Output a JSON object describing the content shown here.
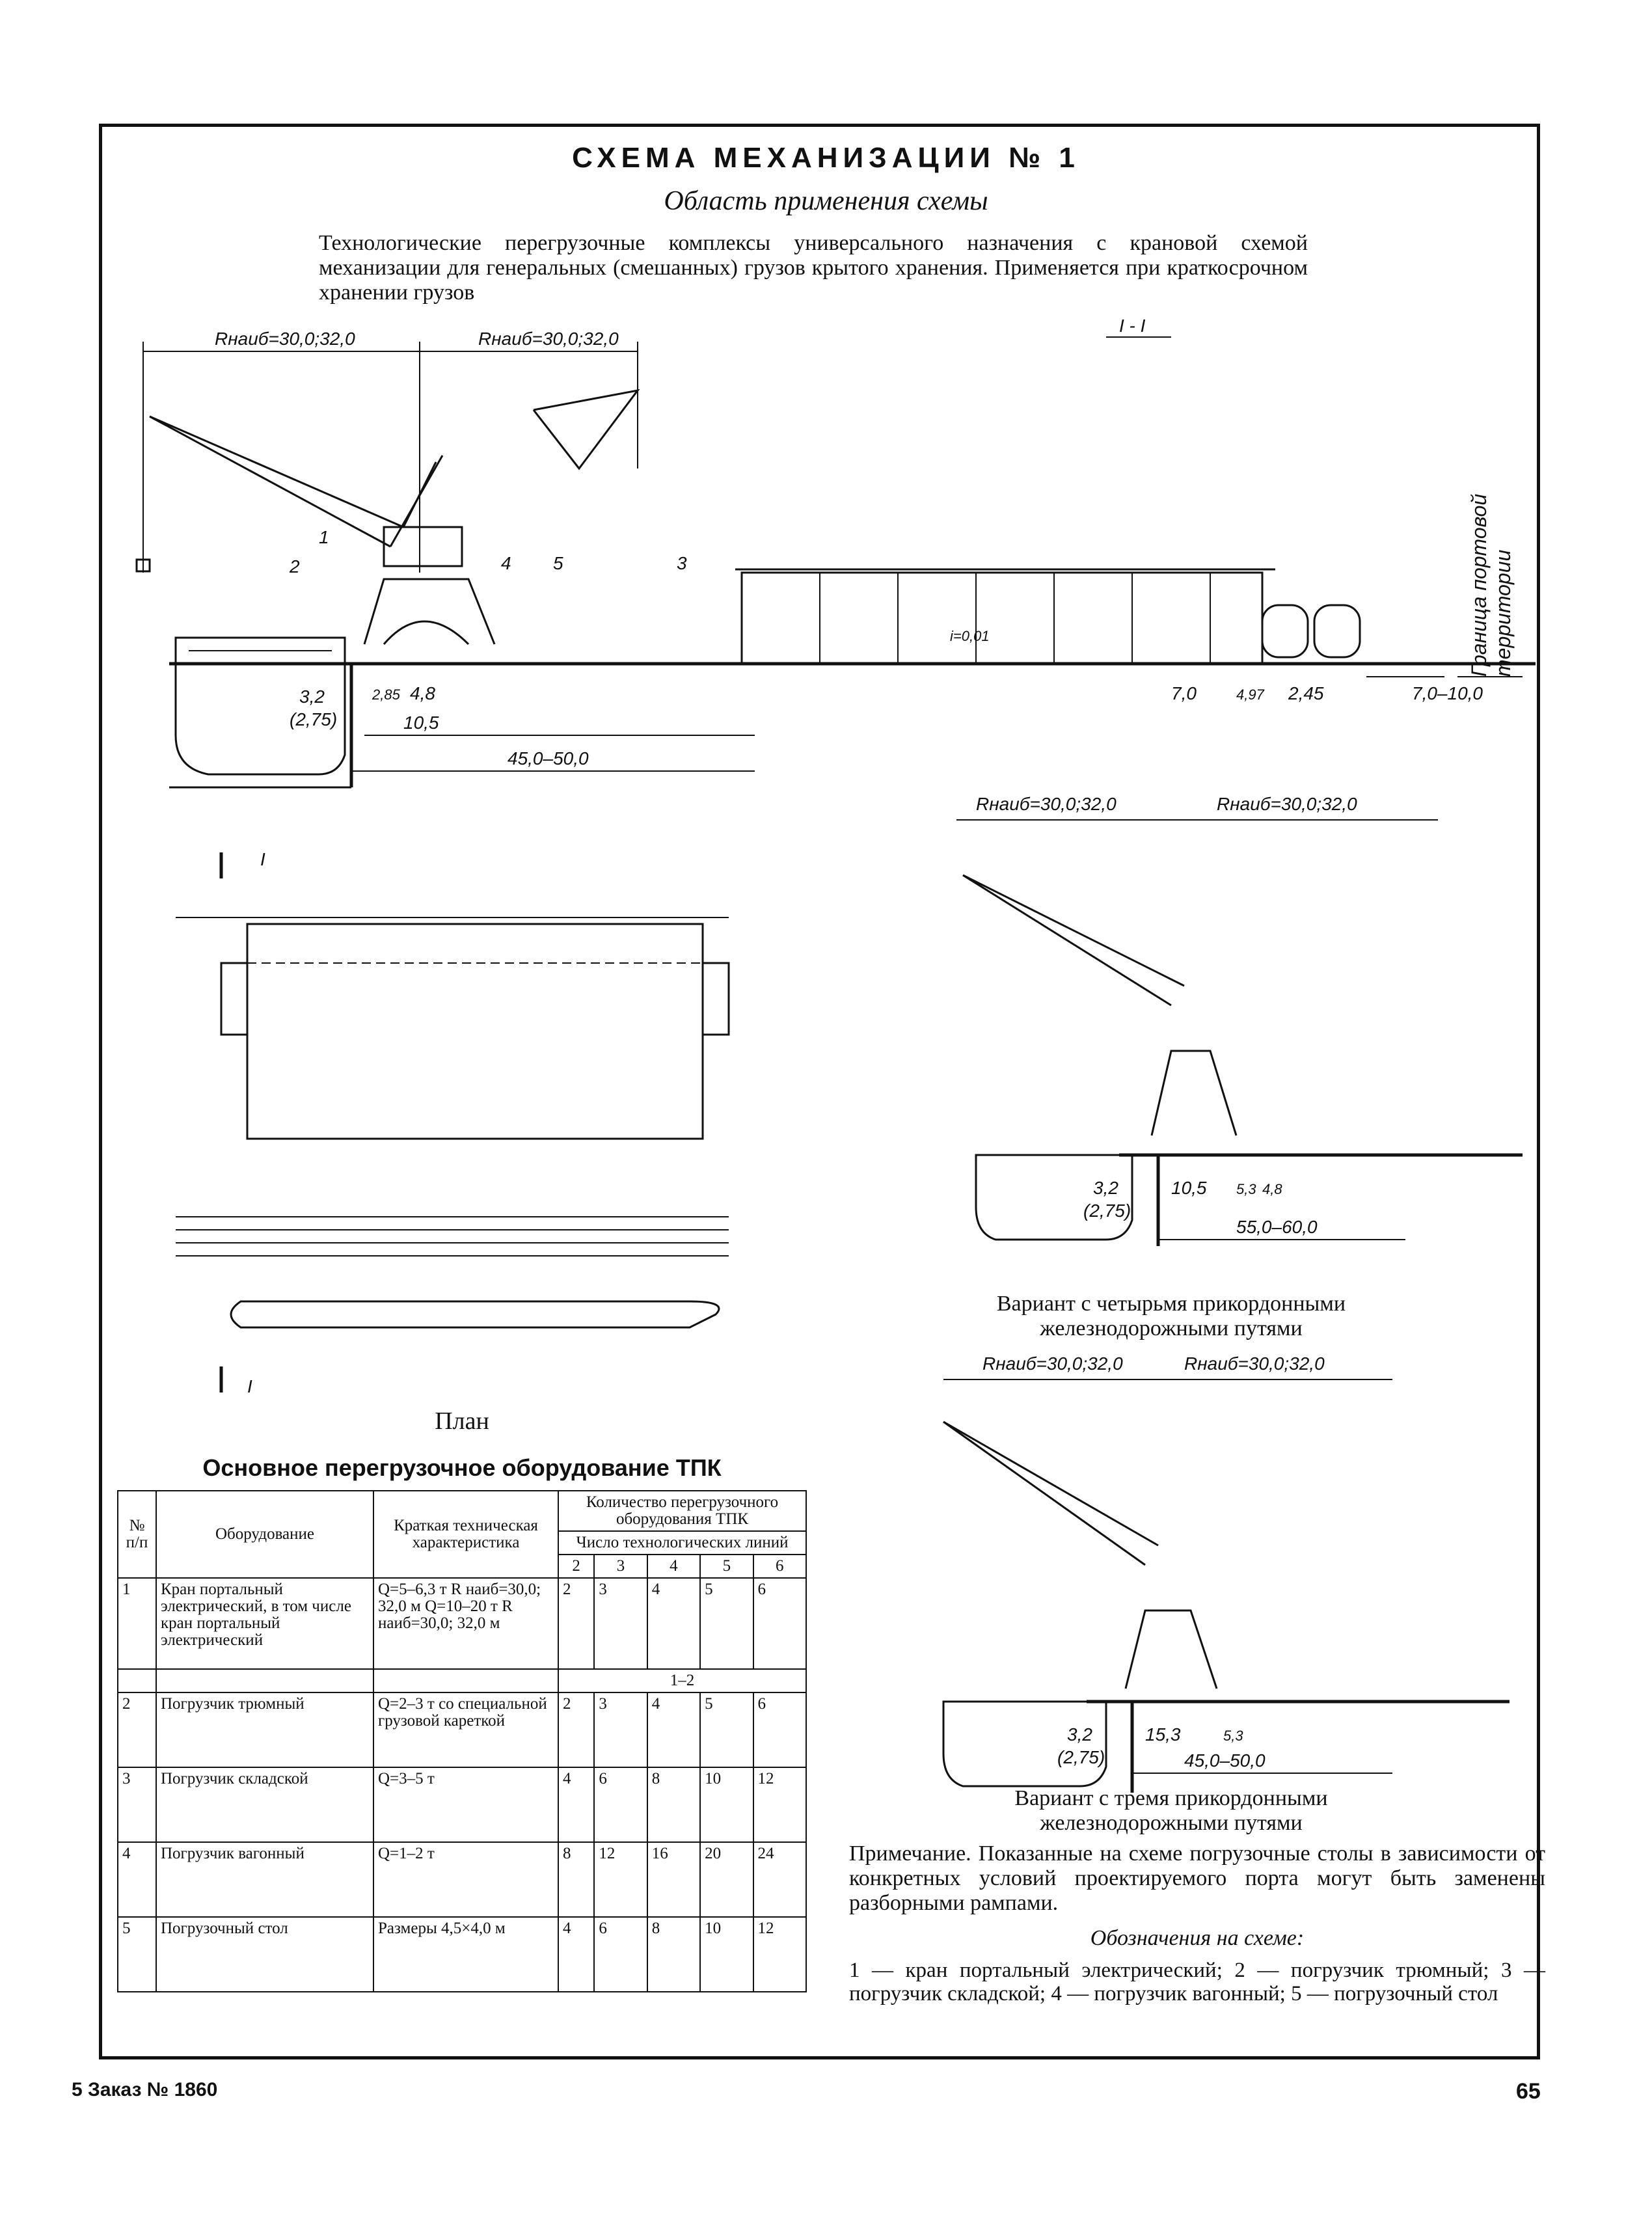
{
  "header": {
    "title": "СХЕМА МЕХАНИЗАЦИИ № 1",
    "subtitle": "Область применения схемы",
    "intro": "Технологические перегрузочные комплексы универсального назначения с крановой схемой механизации для генеральных (смешанных) грузов крытого хранения. Применяется при краткосрочном хранении грузов"
  },
  "section_main": {
    "section_mark": "I - I",
    "radius_left": "Rнаиб=30,0;32,0",
    "radius_right": "Rнаиб=30,0;32,0",
    "callouts": [
      "1",
      "2",
      "4",
      "5",
      "3"
    ],
    "dims": [
      "3,2",
      "(2,75)",
      "2,85",
      "4,8",
      "10,5",
      "45,0–50,0",
      "i=0,01",
      "7,0",
      "4,97",
      "2,45",
      "7,0–10,0"
    ],
    "boundary_label": "Граница портовой территории"
  },
  "plan": {
    "cut_top": "I",
    "cut_bottom": "I",
    "caption": "План"
  },
  "variant4": {
    "radius_left": "Rнаиб=30,0;32,0",
    "radius_right": "Rнаиб=30,0;32,0",
    "dims": [
      "3,2",
      "(2,75)",
      "10,5",
      "5,3",
      "4,8",
      "55,0–60,0"
    ],
    "caption": "Вариант с четырьмя прикордонными железнодорожными путями"
  },
  "variant3": {
    "radius_left": "Rнаиб=30,0;32,0",
    "radius_right": "Rнаиб=30,0;32,0",
    "dims": [
      "3,2",
      "(2,75)",
      "15,3",
      "5,3",
      "45,0–50,0"
    ],
    "caption": "Вариант с тремя прикордонными железнодорожными путями"
  },
  "table": {
    "caption": "Основное перегрузочное оборудование ТПК",
    "h_num": "№ п/п",
    "h_equip": "Оборудование",
    "h_char": "Краткая техническая характеристика",
    "h_qty": "Количество перегрузочного оборудования ТПК",
    "h_lines": "Число технологических линий",
    "line_counts": [
      "2",
      "3",
      "4",
      "5",
      "6"
    ],
    "rows": [
      {
        "n": "1",
        "equip": "Кран портальный электрический, в том числе кран портальный электрический",
        "char": "Q=5–6,3 т R наиб=30,0; 32,0 м Q=10–20 т R наиб=30,0; 32,0 м",
        "vals": [
          "2",
          "3",
          "4",
          "5",
          "6"
        ],
        "extra": "1–2"
      },
      {
        "n": "2",
        "equip": "Погрузчик трюмный",
        "char": "Q=2–3 т со специальной грузовой кареткой",
        "vals": [
          "2",
          "3",
          "4",
          "5",
          "6"
        ]
      },
      {
        "n": "3",
        "equip": "Погрузчик складской",
        "char": "Q=3–5 т",
        "vals": [
          "4",
          "6",
          "8",
          "10",
          "12"
        ]
      },
      {
        "n": "4",
        "equip": "Погрузчик вагонный",
        "char": "Q=1–2 т",
        "vals": [
          "8",
          "12",
          "16",
          "20",
          "24"
        ]
      },
      {
        "n": "5",
        "equip": "Погрузочный стол",
        "char": "Размеры 4,5×4,0 м",
        "vals": [
          "4",
          "6",
          "8",
          "10",
          "12"
        ]
      }
    ]
  },
  "note": "Примечание. Показанные на схеме погрузочные столы в зависимости от конкретных условий проектируемого порта могут быть заменены разборными рампами.",
  "legend_title": "Обозначения на схеме:",
  "legend": "1 — кран портальный электрический; 2 — погрузчик трюмный; 3 — погрузчик складской; 4 — погрузчик вагонный; 5 — погрузочный стол",
  "footer": {
    "left": "5 Заказ № 1860",
    "right": "65"
  }
}
